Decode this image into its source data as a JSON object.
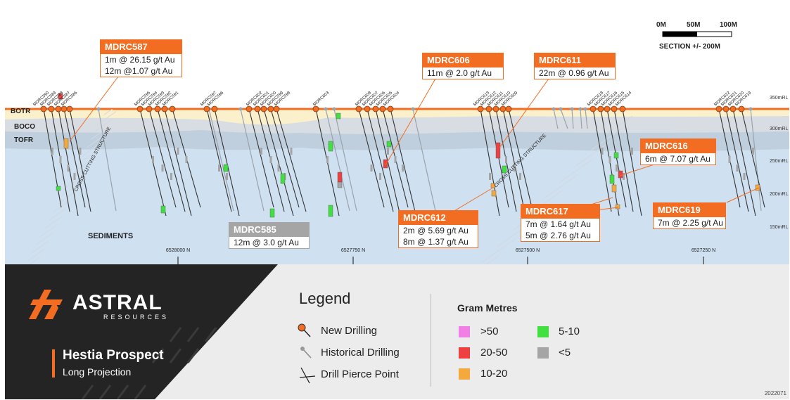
{
  "scale": {
    "ticks": [
      "0M",
      "50M",
      "100M"
    ],
    "section": "SECTION +/- 200M"
  },
  "layers": {
    "botr": "BOTR",
    "boco": "BOCO",
    "tofr": "TOFR",
    "sediments": "SEDIMENTS"
  },
  "structures": {
    "left": "CROSS CUTTING STRUCTURE",
    "right": "CROSS CUTTING STRUCTURE"
  },
  "rl_labels": [
    "350mRL",
    "300mRL",
    "250mRL",
    "200mRL",
    "150mRL"
  ],
  "northings": [
    "6528000 N",
    "6527750 N",
    "6527500 N",
    "6527250 N"
  ],
  "hole_labels": [
    "MDRC590",
    "MDRC589",
    "MDRC588",
    "MDRC587",
    "MDRC586",
    "MDRC595",
    "MDRC594",
    "MDRC593",
    "MDRC592",
    "MDRC591",
    "MDRC597",
    "MDRC596",
    "MDRC602",
    "MDRC601",
    "MDRC600",
    "MDRC599",
    "MDRC598",
    "MDRC603",
    "MDRC608",
    "MDRC607",
    "MDRC606",
    "MDRC605",
    "MDRC604",
    "MDRC613",
    "MDRC612",
    "MDRC611",
    "MDRC610",
    "MDRC609",
    "MDRC618",
    "MDRC617",
    "MDRC616",
    "MDRC615",
    "MDRC614",
    "MDRC622",
    "MDRC621",
    "MDRC620",
    "MDRC619"
  ],
  "callouts": {
    "mdrc587": {
      "title": "MDRC587",
      "lines": [
        "1m @ 26.15 g/t Au",
        "12m @1.07 g/t Au"
      ]
    },
    "mdrc606": {
      "title": "MDRC606",
      "lines": [
        "11m @ 2.0 g/t Au"
      ]
    },
    "mdrc611": {
      "title": "MDRC611",
      "lines": [
        "22m @ 0.96 g/t Au"
      ]
    },
    "mdrc616": {
      "title": "MDRC616",
      "lines": [
        "6m @ 7.07 g/t Au"
      ]
    },
    "mdrc585": {
      "title": "MDRC585",
      "lines": [
        "12m @ 3.0 g/t Au"
      ]
    },
    "mdrc612": {
      "title": "MDRC612",
      "lines": [
        "2m @ 5.69 g/t Au",
        "8m @ 1.37 g/t Au"
      ]
    },
    "mdrc617": {
      "title": "MDRC617",
      "lines": [
        "7m @ 1.64 g/t Au",
        "5m @ 2.76 g/t Au"
      ]
    },
    "mdrc619": {
      "title": "MDRC619",
      "lines": [
        "7m @ 2.25 g/t Au"
      ]
    }
  },
  "brand": {
    "name": "ASTRAL",
    "sub": "RESOURCES"
  },
  "project": {
    "title": "Hestia Prospect",
    "subtitle": "Long Projection"
  },
  "legend": {
    "title": "Legend",
    "items": [
      "New Drilling",
      "Historical Drilling",
      "Drill Pierce Point"
    ]
  },
  "gram_metres": {
    "title": "Gram Metres",
    "bins": [
      {
        "label": ">50",
        "color": "#f07fe6"
      },
      {
        "label": "20-50",
        "color": "#ee4040"
      },
      {
        "label": "10-20",
        "color": "#f5a93c"
      },
      {
        "label": "5-10",
        "color": "#3fe03f"
      },
      {
        "label": "<5",
        "color": "#a5a5a5"
      }
    ]
  },
  "colors": {
    "accent": "#f26d21",
    "dark": "#242424",
    "ground": "#cfe0f0"
  },
  "code": "2022071"
}
